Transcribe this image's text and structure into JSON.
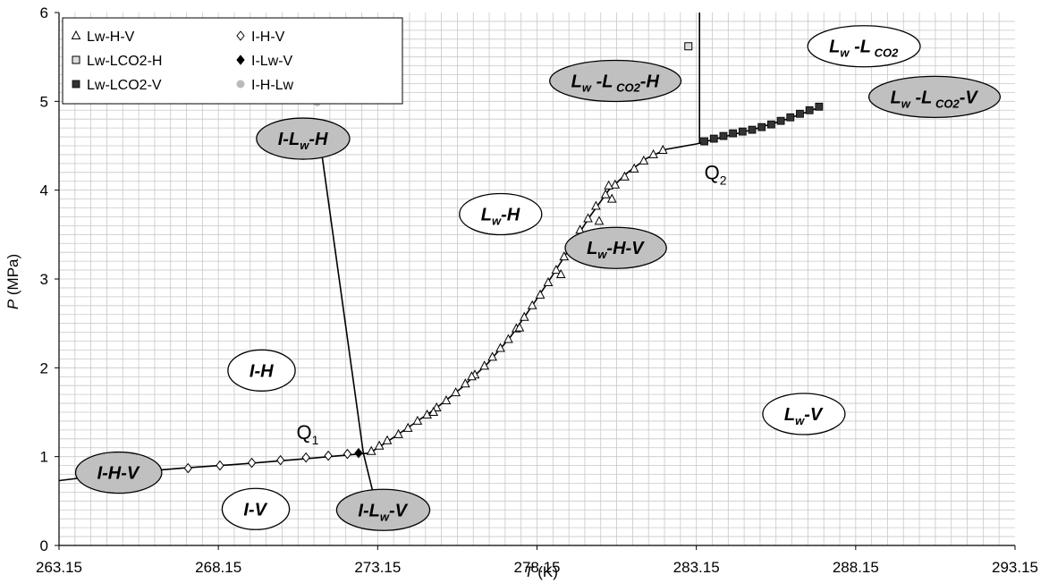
{
  "chart_data": {
    "type": "scatter",
    "title": "",
    "xlabel": {
      "italic": "T",
      "unit": " (K)"
    },
    "ylabel": {
      "italic": "P",
      "unit": " (MPa)"
    },
    "xlim": [
      263.15,
      293.15
    ],
    "ylim": [
      0,
      6
    ],
    "xticks": [
      "263.15",
      "268.15",
      "273.15",
      "278.15",
      "283.15",
      "288.15",
      "293.15"
    ],
    "xtick_values": [
      263.15,
      268.15,
      273.15,
      278.15,
      283.15,
      288.15,
      293.15
    ],
    "yticks": [
      "0",
      "1",
      "2",
      "3",
      "4",
      "5",
      "6"
    ],
    "ytick_values": [
      0,
      1,
      2,
      3,
      4,
      5,
      6
    ],
    "grid": true,
    "legend_position": "top-left",
    "series": [
      {
        "name": "Lw-H-V",
        "marker": "triangle-open",
        "points": [
          [
            272.95,
            1.06
          ],
          [
            273.2,
            1.12
          ],
          [
            273.45,
            1.18
          ],
          [
            273.8,
            1.25
          ],
          [
            274.1,
            1.32
          ],
          [
            274.4,
            1.4
          ],
          [
            274.7,
            1.47
          ],
          [
            275.0,
            1.55
          ],
          [
            275.3,
            1.63
          ],
          [
            275.6,
            1.72
          ],
          [
            275.9,
            1.82
          ],
          [
            276.2,
            1.92
          ],
          [
            276.5,
            2.02
          ],
          [
            276.75,
            2.12
          ],
          [
            277.0,
            2.22
          ],
          [
            277.25,
            2.32
          ],
          [
            277.5,
            2.44
          ],
          [
            277.75,
            2.57
          ],
          [
            278.0,
            2.7
          ],
          [
            278.25,
            2.82
          ],
          [
            278.5,
            2.96
          ],
          [
            278.75,
            3.1
          ],
          [
            279.0,
            3.25
          ],
          [
            279.25,
            3.4
          ],
          [
            279.5,
            3.55
          ],
          [
            279.75,
            3.68
          ],
          [
            280.0,
            3.82
          ],
          [
            280.3,
            3.95
          ],
          [
            280.6,
            4.06
          ],
          [
            280.9,
            4.15
          ],
          [
            281.2,
            4.24
          ],
          [
            281.5,
            4.33
          ],
          [
            281.8,
            4.4
          ],
          [
            282.1,
            4.45
          ],
          [
            280.4,
            4.05
          ],
          [
            280.5,
            3.9
          ],
          [
            280.1,
            3.65
          ],
          [
            278.9,
            3.05
          ],
          [
            277.6,
            2.45
          ],
          [
            276.1,
            1.9
          ],
          [
            274.9,
            1.5
          ]
        ]
      },
      {
        "name": "Lw-LCO2-H",
        "marker": "square-open",
        "points": [
          [
            282.9,
            5.62
          ]
        ]
      },
      {
        "name": "Lw-LCO2-V",
        "marker": "square-filled",
        "points": [
          [
            283.4,
            4.55
          ],
          [
            283.7,
            4.58
          ],
          [
            284.0,
            4.61
          ],
          [
            284.3,
            4.64
          ],
          [
            284.6,
            4.66
          ],
          [
            284.9,
            4.68
          ],
          [
            285.2,
            4.71
          ],
          [
            285.5,
            4.74
          ],
          [
            285.8,
            4.78
          ],
          [
            286.1,
            4.82
          ],
          [
            286.4,
            4.86
          ],
          [
            286.7,
            4.9
          ],
          [
            287.0,
            4.94
          ]
        ]
      },
      {
        "name": "I-H-V",
        "marker": "diamond-open",
        "points": [
          [
            267.2,
            0.87
          ],
          [
            268.2,
            0.9
          ],
          [
            269.2,
            0.93
          ],
          [
            270.1,
            0.96
          ],
          [
            270.9,
            0.99
          ],
          [
            271.6,
            1.01
          ],
          [
            272.2,
            1.03
          ]
        ]
      },
      {
        "name": "I-Lw-V",
        "marker": "diamond-filled",
        "points": [
          [
            272.55,
            1.04
          ]
        ]
      },
      {
        "name": "I-H-Lw",
        "marker": "circle-gray",
        "points": [
          [
            271.25,
            4.99
          ]
        ]
      }
    ],
    "lines": [
      {
        "id": "lw-h-v-curve",
        "points": [
          [
            272.9,
            1.04
          ],
          [
            273.5,
            1.18
          ],
          [
            274.2,
            1.35
          ],
          [
            275.0,
            1.55
          ],
          [
            275.8,
            1.78
          ],
          [
            276.6,
            2.05
          ],
          [
            277.3,
            2.34
          ],
          [
            278.0,
            2.7
          ],
          [
            278.6,
            3.02
          ],
          [
            279.2,
            3.36
          ],
          [
            279.8,
            3.7
          ],
          [
            280.4,
            4.0
          ],
          [
            281.0,
            4.2
          ],
          [
            281.6,
            4.36
          ],
          [
            282.2,
            4.46
          ],
          [
            283.15,
            4.52
          ],
          [
            284.0,
            4.6
          ],
          [
            285.0,
            4.69
          ],
          [
            286.0,
            4.8
          ],
          [
            287.0,
            4.93
          ]
        ]
      },
      {
        "id": "i-h-v-curve",
        "points": [
          [
            263.15,
            0.73
          ],
          [
            265.0,
            0.81
          ],
          [
            267.0,
            0.87
          ],
          [
            269.0,
            0.92
          ],
          [
            271.0,
            0.98
          ],
          [
            272.9,
            1.04
          ]
        ]
      },
      {
        "id": "i-lw-h-line",
        "points": [
          [
            271.3,
            4.66
          ],
          [
            272.7,
            1.04
          ]
        ]
      },
      {
        "id": "i-lw-v-line",
        "points": [
          [
            272.7,
            1.04
          ],
          [
            273.0,
            0.6
          ]
        ]
      },
      {
        "id": "lw-lco2-h-line",
        "points": [
          [
            283.25,
            6.0
          ],
          [
            283.25,
            4.52
          ]
        ]
      }
    ],
    "point_labels": [
      {
        "main": "Q",
        "sub": "1",
        "x": 270.6,
        "y": 1.2
      },
      {
        "main": "Q",
        "sub": "2",
        "x": 283.4,
        "y": 4.12
      }
    ],
    "regions": [
      {
        "id": "i-lw-h",
        "parts": [
          [
            "I-L",
            false
          ],
          [
            "w",
            true
          ],
          [
            "-H",
            false
          ]
        ],
        "filled": true,
        "x": 270.8,
        "y": 4.58
      },
      {
        "id": "lw-h",
        "parts": [
          [
            "L",
            false
          ],
          [
            "w",
            true
          ],
          [
            "-H",
            false
          ]
        ],
        "filled": false,
        "x": 277.0,
        "y": 3.73
      },
      {
        "id": "lw-h-v",
        "parts": [
          [
            "L",
            false
          ],
          [
            "w",
            true
          ],
          [
            "-H-V",
            false
          ]
        ],
        "filled": true,
        "x": 280.6,
        "y": 3.35
      },
      {
        "id": "i-h",
        "parts": [
          [
            "I-H",
            false
          ]
        ],
        "filled": false,
        "x": 269.5,
        "y": 1.97
      },
      {
        "id": "lw-v",
        "parts": [
          [
            "L",
            false
          ],
          [
            "w",
            true
          ],
          [
            "-V",
            false
          ]
        ],
        "filled": false,
        "x": 286.5,
        "y": 1.48
      },
      {
        "id": "i-h-v",
        "parts": [
          [
            "I-H-V",
            false
          ]
        ],
        "filled": true,
        "x": 265.0,
        "y": 0.82
      },
      {
        "id": "i-v",
        "parts": [
          [
            "I-V",
            false
          ]
        ],
        "filled": false,
        "x": 269.3,
        "y": 0.41
      },
      {
        "id": "i-lw-v",
        "parts": [
          [
            "I-L",
            false
          ],
          [
            "w",
            true
          ],
          [
            "-V",
            false
          ]
        ],
        "filled": true,
        "x": 273.3,
        "y": 0.4
      },
      {
        "id": "lw-lco2-h",
        "parts": [
          [
            "L",
            false
          ],
          [
            "w",
            true
          ],
          [
            " -L",
            false
          ],
          [
            " CO2",
            true
          ],
          [
            "-H",
            false
          ]
        ],
        "filled": true,
        "x": 280.6,
        "y": 5.23
      },
      {
        "id": "lw-lco2",
        "parts": [
          [
            "L",
            false
          ],
          [
            "w",
            true
          ],
          [
            " -L",
            false
          ],
          [
            " CO2",
            true
          ]
        ],
        "filled": false,
        "x": 288.4,
        "y": 5.62
      },
      {
        "id": "lw-lco2-v",
        "parts": [
          [
            "L",
            false
          ],
          [
            "w",
            true
          ],
          [
            " -L",
            false
          ],
          [
            " CO2",
            true
          ],
          [
            "-V",
            false
          ]
        ],
        "filled": true,
        "x": 290.6,
        "y": 5.05
      }
    ]
  }
}
